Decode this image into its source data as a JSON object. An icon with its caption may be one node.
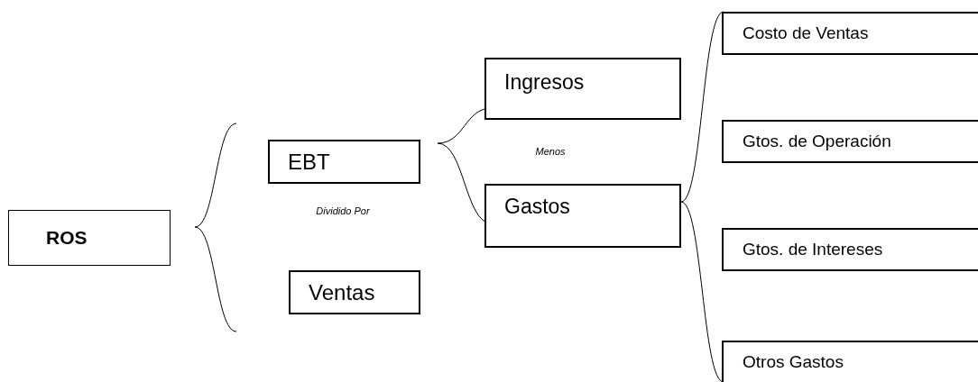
{
  "diagram": {
    "nodes": [
      {
        "text": [
          "ROS"
        ]
      },
      {
        "text": [
          "EBT"
        ]
      },
      {
        "text": [
          "Ventas"
        ]
      },
      {
        "text": [
          "Ingresos"
        ]
      },
      {
        "text": [
          "Gastos"
        ]
      },
      {
        "text": [
          "Costo de Ventas"
        ]
      },
      {
        "text": [
          "Gtos. de Operación"
        ]
      },
      {
        "text": [
          "Gtos. de Intereses"
        ]
      },
      {
        "text": [
          "Otros Gastos"
        ]
      }
    ],
    "labels": [
      "Dividido Por",
      "Menos"
    ]
  }
}
